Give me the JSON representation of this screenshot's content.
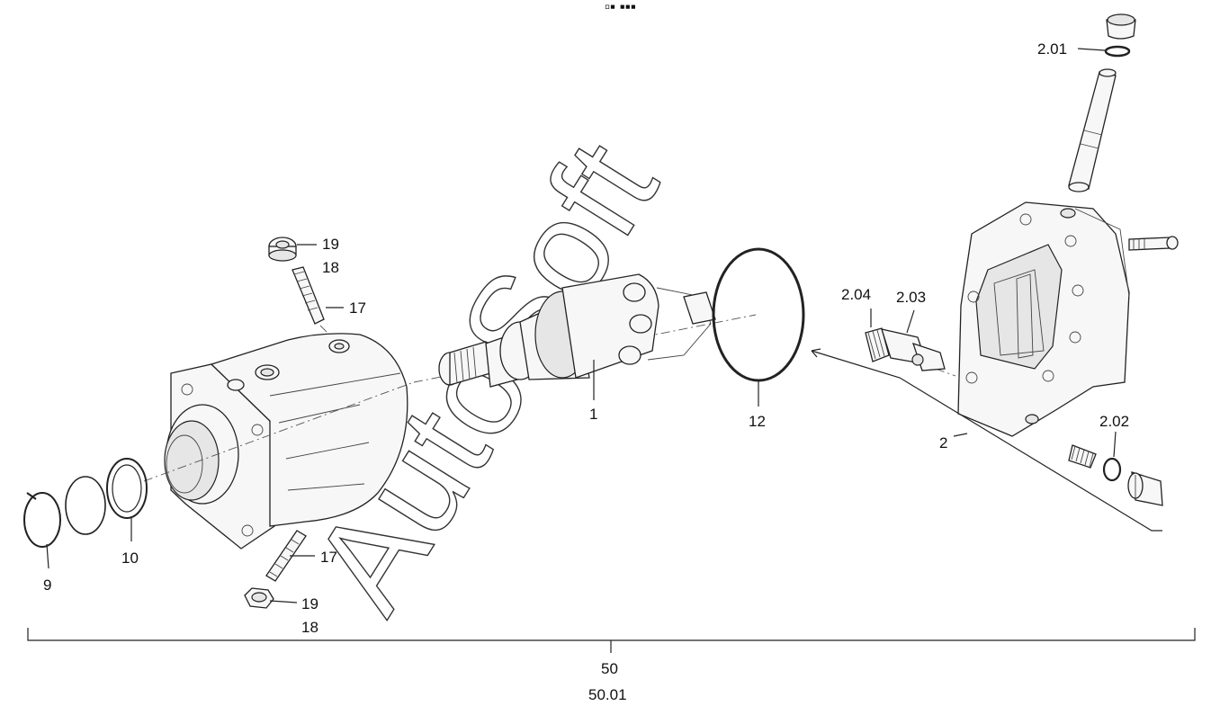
{
  "header_mark": "▫▪ ▪▪▪",
  "watermark": "AutoSoft",
  "labels": {
    "l_2_01": "2.01",
    "l_19_top": "19",
    "l_18_top": "18",
    "l_17_top": "17",
    "l_2_04": "2.04",
    "l_2_03": "2.03",
    "l_1": "1",
    "l_12": "12",
    "l_2": "2",
    "l_2_02": "2.02",
    "l_9": "9",
    "l_10": "10",
    "l_17_bottom": "17",
    "l_19_bottom": "19",
    "l_18_bottom": "18",
    "l_50": "50",
    "l_50_01": "50.01"
  }
}
